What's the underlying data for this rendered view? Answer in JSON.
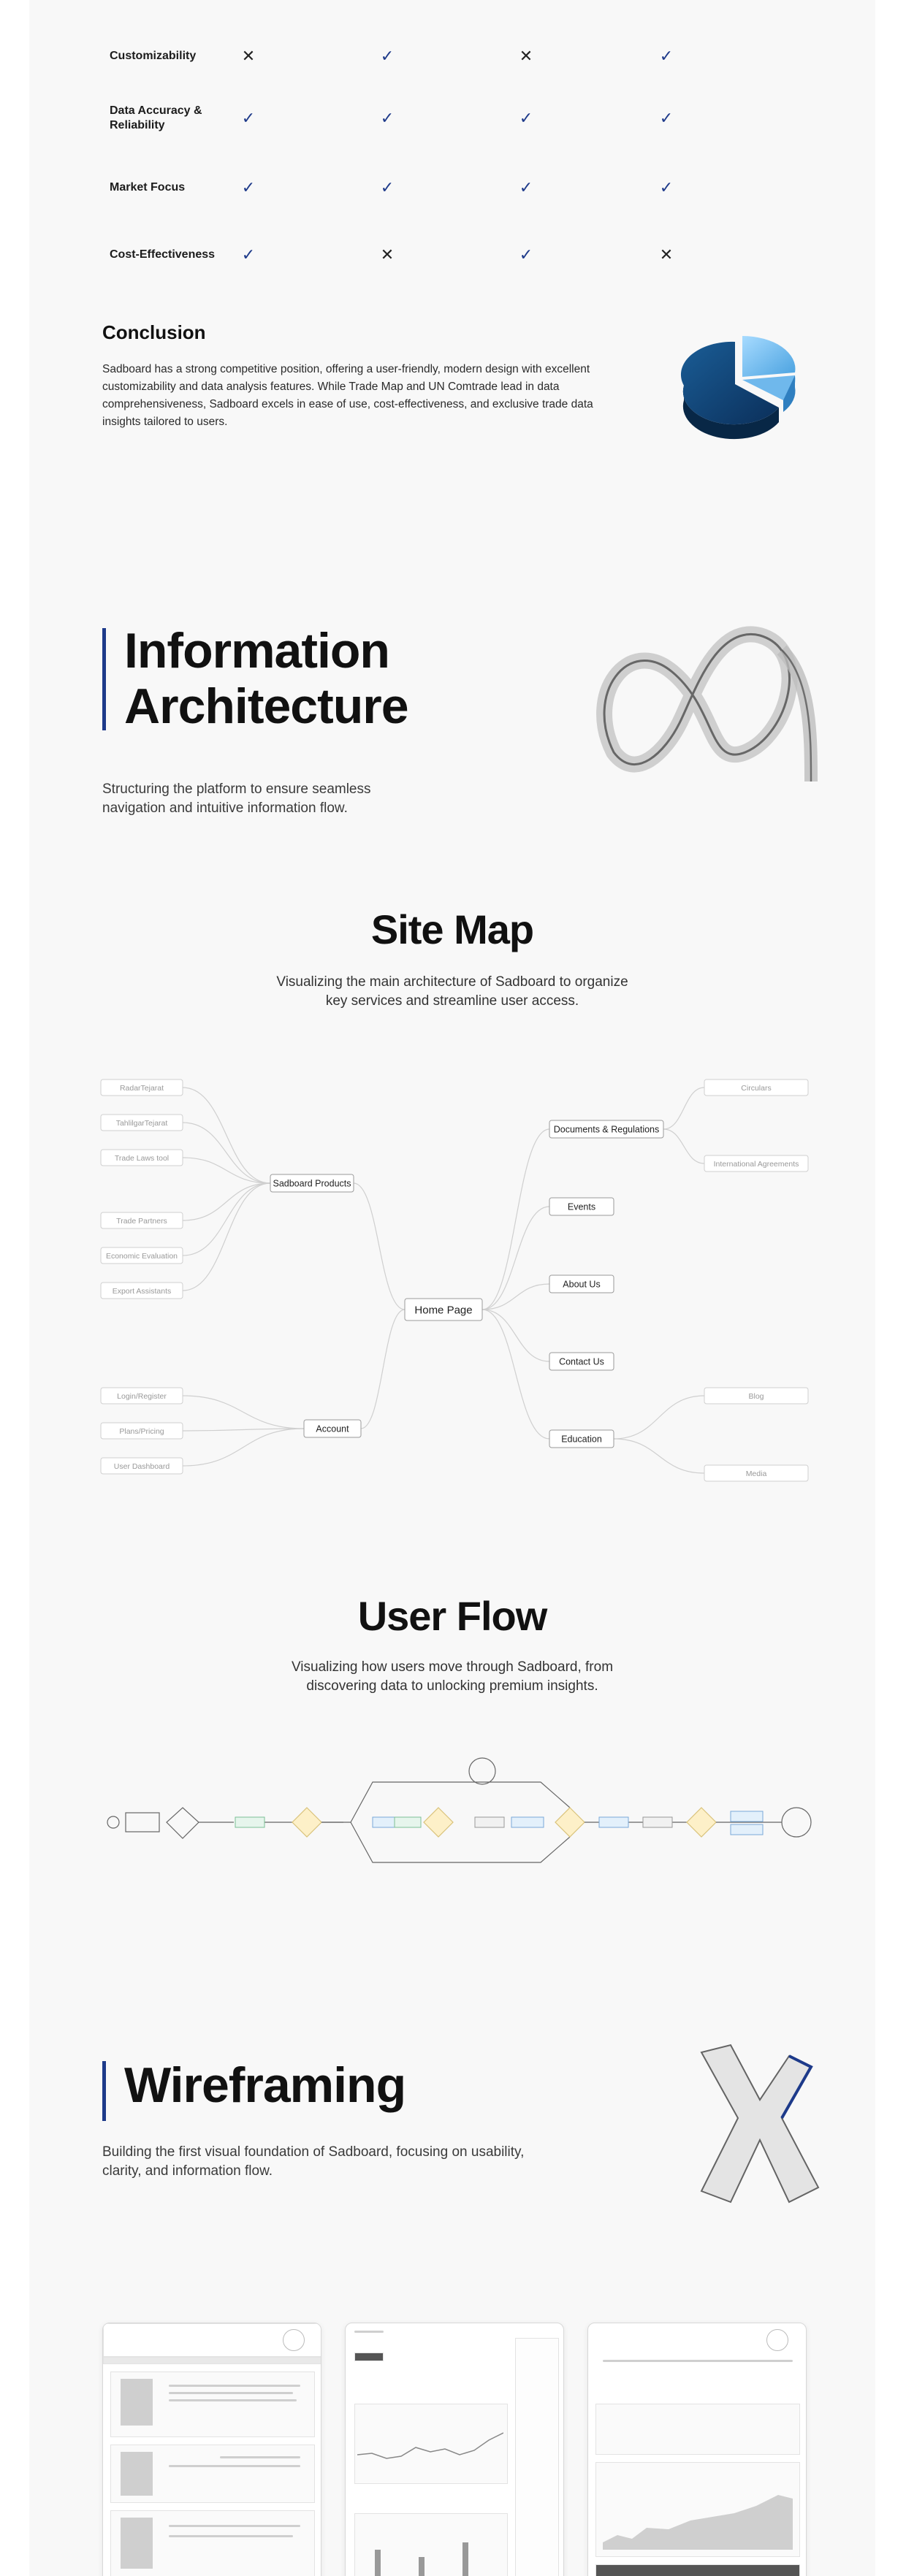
{
  "comparison": {
    "rows": [
      {
        "label": "Customizability",
        "marks": [
          "cross",
          "check",
          "cross",
          "check"
        ]
      },
      {
        "label": "Data Accuracy & Reliability",
        "marks": [
          "check",
          "check",
          "check",
          "check"
        ]
      },
      {
        "label": "Market Focus",
        "marks": [
          "check",
          "check",
          "check",
          "check"
        ]
      },
      {
        "label": "Cost-Effectiveness",
        "marks": [
          "check",
          "cross",
          "check",
          "cross"
        ]
      }
    ],
    "check_glyph": "✓",
    "cross_glyph": "✕"
  },
  "conclusion": {
    "title": "Conclusion",
    "body": "Sadboard has a strong competitive position, offering a user-friendly, modern design with excellent customizability and data analysis features. While Trade Map and UN Comtrade lead in data comprehensiveness, Sadboard excels in ease of use, cost-effectiveness, and exclusive trade data insights tailored to users."
  },
  "info_arch": {
    "title_line1": "Information",
    "title_line2": "Architecture",
    "subtitle": "Structuring the platform to ensure seamless navigation and intuitive information flow."
  },
  "site_map": {
    "title": "Site Map",
    "subtitle": "Visualizing the main architecture of Sadboard to organize key services and streamline user access.",
    "root": "Home Page",
    "left_groups": [
      {
        "name": "Sadboard Products",
        "items": [
          "RadarTejarat",
          "TahlilgarTejarat",
          "Trade Laws tool",
          "Trade Partners",
          "Economic Evaluation",
          "Export Assistants"
        ]
      },
      {
        "name": "Account",
        "items": [
          "Login/Register",
          "Plans/Pricing",
          "User Dashboard"
        ]
      }
    ],
    "right_nodes": [
      "Documents & Regulations",
      "Events",
      "About Us",
      "Contact Us",
      "Education"
    ],
    "right_leaves": {
      "docs": [
        "Circulars",
        "International Agreements"
      ],
      "education": [
        "Blog",
        "Media"
      ]
    }
  },
  "user_flow": {
    "title": "User Flow",
    "subtitle": "Visualizing how users move through Sadboard, from discovering data to unlocking premium insights."
  },
  "wireframing": {
    "title": "Wireframing",
    "subtitle": "Building the first visual foundation of Sadboard, focusing on usability, clarity, and information flow."
  },
  "colors": {
    "accent": "#1d3a8a",
    "check": "#1e3a8a",
    "page_bg": "#f8f8f8"
  }
}
